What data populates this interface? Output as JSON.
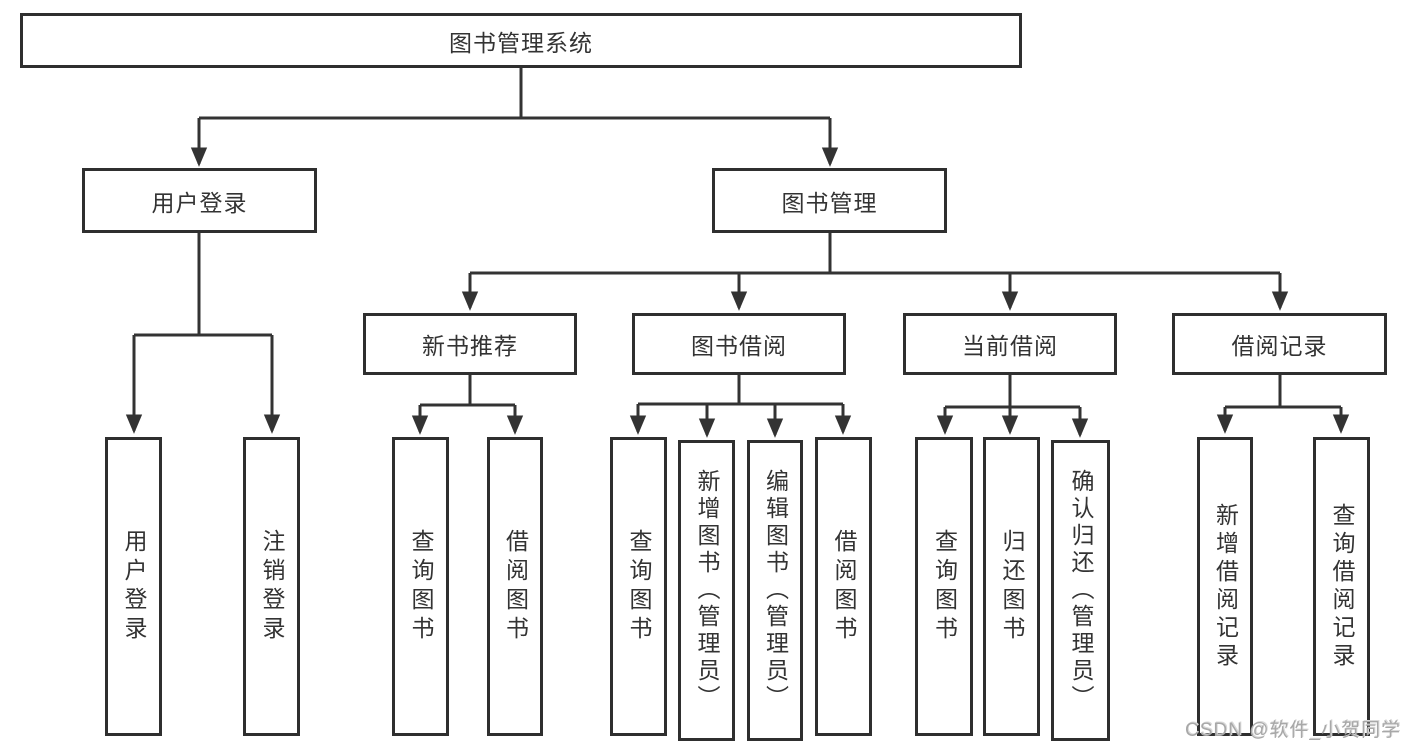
{
  "diagram": {
    "title": "图书管理系统",
    "branches": [
      {
        "label": "用户登录",
        "children": [
          "用户登录",
          "注销登录"
        ]
      },
      {
        "label": "图书管理",
        "modules": [
          {
            "label": "新书推荐",
            "children": [
              "查询图书",
              "借阅图书"
            ]
          },
          {
            "label": "图书借阅",
            "children": [
              "查询图书",
              "新增图书（管理员）",
              "编辑图书（管理员）",
              "借阅图书"
            ]
          },
          {
            "label": "当前借阅",
            "children": [
              "查询图书",
              "归还图书",
              "确认归还（管理员）"
            ]
          },
          {
            "label": "借阅记录",
            "children": [
              "新增借阅记录",
              "查询借阅记录"
            ]
          }
        ]
      }
    ]
  },
  "watermark": "CSDN @软件_小贺同学",
  "colors": {
    "line": "#333333",
    "box_border": "#2f2f2f",
    "text": "#333333",
    "watermark": "#a8a8a8",
    "background": "#ffffff"
  }
}
